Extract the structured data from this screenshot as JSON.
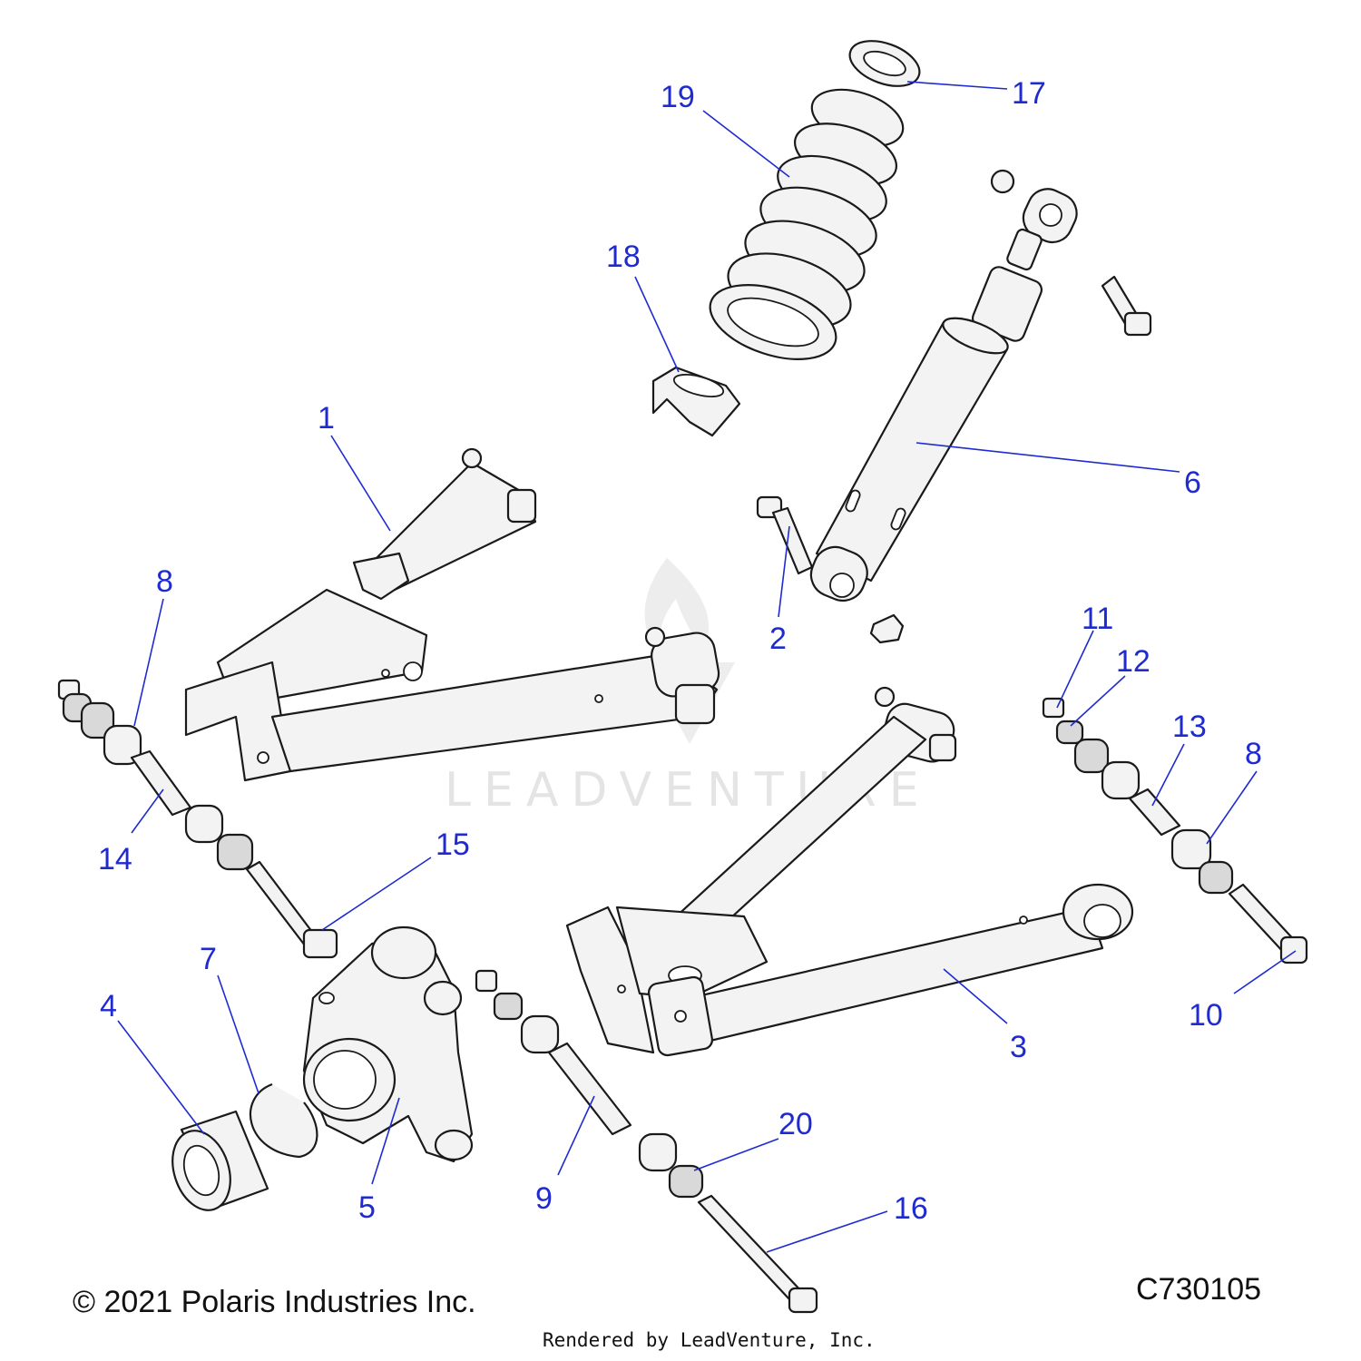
{
  "callouts": [
    {
      "label": "19",
      "id": "19"
    },
    {
      "label": "17",
      "id": "17"
    },
    {
      "label": "18",
      "id": "18"
    },
    {
      "label": "1",
      "id": "1"
    },
    {
      "label": "6",
      "id": "6"
    },
    {
      "label": "8",
      "id": "8-left"
    },
    {
      "label": "2",
      "id": "2"
    },
    {
      "label": "11",
      "id": "11"
    },
    {
      "label": "12",
      "id": "12"
    },
    {
      "label": "13",
      "id": "13"
    },
    {
      "label": "8",
      "id": "8-right"
    },
    {
      "label": "14",
      "id": "14"
    },
    {
      "label": "15",
      "id": "15"
    },
    {
      "label": "7",
      "id": "7"
    },
    {
      "label": "4",
      "id": "4"
    },
    {
      "label": "3",
      "id": "3"
    },
    {
      "label": "10",
      "id": "10"
    },
    {
      "label": "20",
      "id": "20"
    },
    {
      "label": "5",
      "id": "5"
    },
    {
      "label": "9",
      "id": "9"
    },
    {
      "label": "16",
      "id": "16"
    }
  ],
  "footer": {
    "copyright": "© 2021 Polaris Industries Inc.",
    "drawing_id": "C730105",
    "rendered_by": "Rendered by LeadVenture, Inc."
  },
  "watermark": {
    "text": "LEADVENTURE"
  },
  "colors": {
    "callout": "#1f2bd1",
    "line": "#1a1a1a",
    "watermark": "#e4e4e4"
  }
}
